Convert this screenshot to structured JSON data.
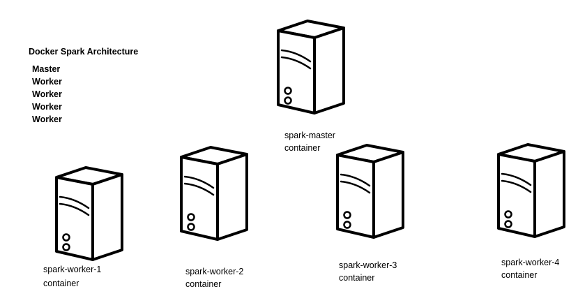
{
  "legend": {
    "title": "Docker Spark Architecture",
    "items": [
      "Master",
      "Worker",
      "Worker",
      "Worker",
      "Worker"
    ]
  },
  "nodes": {
    "master": {
      "name": "spark-master",
      "kind": "container",
      "icon": "server-tower-icon"
    },
    "worker1": {
      "name": "spark-worker-1",
      "kind": "container",
      "icon": "server-tower-icon"
    },
    "worker2": {
      "name": "spark-worker-2",
      "kind": "container",
      "icon": "server-tower-icon"
    },
    "worker3": {
      "name": "spark-worker-3",
      "kind": "container",
      "icon": "server-tower-icon"
    },
    "worker4": {
      "name": "spark-worker-4",
      "kind": "container",
      "icon": "server-tower-icon"
    }
  },
  "colors": {
    "stroke": "#000000",
    "fill": "#ffffff"
  }
}
